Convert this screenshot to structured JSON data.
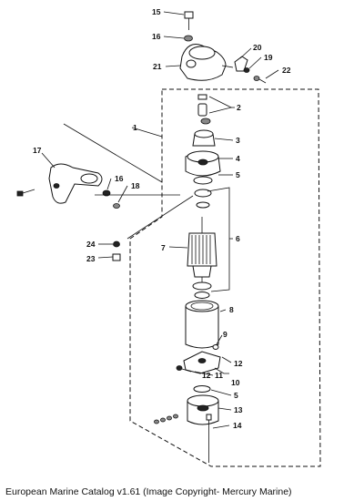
{
  "caption": "European Marine Catalog v1.61 (Image Copyright- Mercury Marine)",
  "callouts": {
    "c15": "15",
    "c16a": "16",
    "c20": "20",
    "c19": "19",
    "c21": "21",
    "c22": "22",
    "c1": "1",
    "c2": "2",
    "c3": "3",
    "c4": "4",
    "c5a": "5",
    "c17": "17",
    "c16b": "16",
    "c18": "18",
    "c6": "6",
    "c7": "7",
    "c24": "24",
    "c23": "23",
    "c8": "8",
    "c9": "9",
    "c12a": "12",
    "c11": "11",
    "c10": "10",
    "c12b": "12",
    "c5b": "5",
    "c13": "13",
    "c14": "14"
  }
}
